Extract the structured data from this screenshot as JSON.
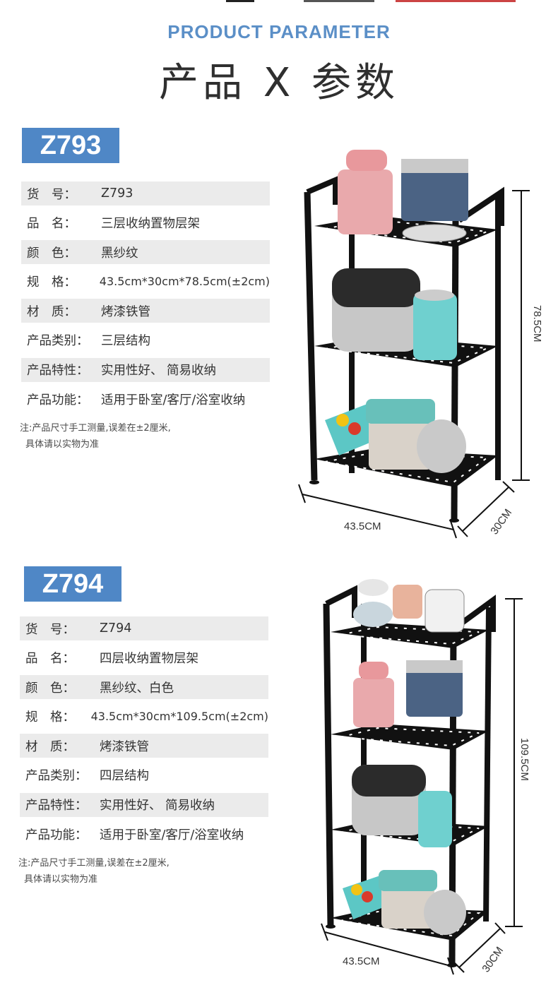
{
  "header": {
    "en_title": "PRODUCT PARAMETER",
    "cn_title": "产品 X 参数"
  },
  "colors": {
    "accent": "#4f87c6",
    "title_blue": "#5b8fc7",
    "row_shade": "#ebebeb",
    "rack": "#111111"
  },
  "products": [
    {
      "model": "Z793",
      "rows": [
        {
          "label": "货　号：",
          "value": "Z793"
        },
        {
          "label": "品　名：",
          "value": "三层收纳置物层架"
        },
        {
          "label": "颜　色：",
          "value": "黑纱纹"
        },
        {
          "label": "规　格：",
          "value": "43.5cm*30cm*78.5cm(±2cm)"
        },
        {
          "label": "材　质：",
          "value": "烤漆铁管"
        },
        {
          "label": "产品类别：",
          "value": "三层结构"
        },
        {
          "label": "产品特性：",
          "value": "实用性好、 简易收纳"
        },
        {
          "label": "产品功能：",
          "value": "适用于卧室/客厅/浴室收纳"
        }
      ],
      "note_line1": "注:产品尺寸手工测量,误差在±2厘米,",
      "note_line2": "具体请以实物为准",
      "dims": {
        "height": "78.5CM",
        "width": "43.5CM",
        "depth": "30CM"
      },
      "tiers": 3
    },
    {
      "model": "Z794",
      "rows": [
        {
          "label": "货　号：",
          "value": "Z794"
        },
        {
          "label": "品　名：",
          "value": "四层收纳置物层架"
        },
        {
          "label": "颜　色：",
          "value": "黑纱纹、白色"
        },
        {
          "label": "规　格：",
          "value": "43.5cm*30cm*109.5cm(±2cm)"
        },
        {
          "label": "材　质：",
          "value": "烤漆铁管"
        },
        {
          "label": "产品类别：",
          "value": "四层结构"
        },
        {
          "label": "产品特性：",
          "value": "实用性好、 简易收纳"
        },
        {
          "label": "产品功能：",
          "value": "适用于卧室/客厅/浴室收纳"
        }
      ],
      "note_line1": "注:产品尺寸手工测量,误差在±2厘米,",
      "note_line2": "具体请以实物为准",
      "dims": {
        "height": "109.5CM",
        "width": "43.5CM",
        "depth": "30CM"
      },
      "tiers": 4
    }
  ]
}
